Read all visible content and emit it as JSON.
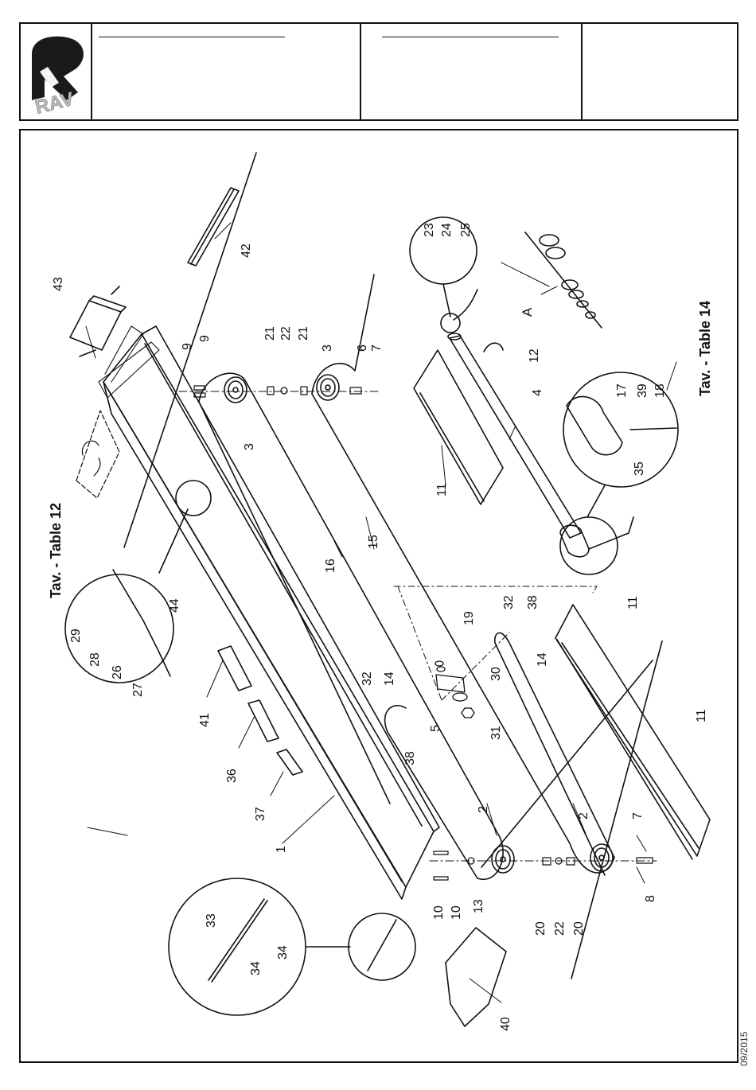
{
  "logo": {
    "text": "RAV"
  },
  "date_code": "09/2015",
  "table_refs": {
    "tav12": "Tav. - Table 12",
    "tav14": "Tav. - Table 14"
  },
  "group_label": "A",
  "callouts": [
    {
      "id": "c1",
      "text": "1"
    },
    {
      "id": "c2a",
      "text": "2"
    },
    {
      "id": "c2b",
      "text": "2"
    },
    {
      "id": "c3a",
      "text": "3"
    },
    {
      "id": "c3b",
      "text": "3"
    },
    {
      "id": "c4",
      "text": "4"
    },
    {
      "id": "c5",
      "text": "5"
    },
    {
      "id": "c6",
      "text": "6"
    },
    {
      "id": "c7a",
      "text": "7"
    },
    {
      "id": "c7b",
      "text": "7"
    },
    {
      "id": "c8",
      "text": "8"
    },
    {
      "id": "c9a",
      "text": "9"
    },
    {
      "id": "c9b",
      "text": "9"
    },
    {
      "id": "c10a",
      "text": "10"
    },
    {
      "id": "c10b",
      "text": "10"
    },
    {
      "id": "c11a",
      "text": "11"
    },
    {
      "id": "c11b",
      "text": "11"
    },
    {
      "id": "c11c",
      "text": "11"
    },
    {
      "id": "c12",
      "text": "12"
    },
    {
      "id": "c13",
      "text": "13"
    },
    {
      "id": "c14a",
      "text": "14"
    },
    {
      "id": "c14b",
      "text": "14"
    },
    {
      "id": "c15",
      "text": "15"
    },
    {
      "id": "c16",
      "text": "16"
    },
    {
      "id": "c17",
      "text": "17"
    },
    {
      "id": "c18",
      "text": "18"
    },
    {
      "id": "c19",
      "text": "19"
    },
    {
      "id": "c20a",
      "text": "20"
    },
    {
      "id": "c20b",
      "text": "20"
    },
    {
      "id": "c21a",
      "text": "21"
    },
    {
      "id": "c21b",
      "text": "21"
    },
    {
      "id": "c22a",
      "text": "22"
    },
    {
      "id": "c22b",
      "text": "22"
    },
    {
      "id": "c23",
      "text": "23"
    },
    {
      "id": "c24",
      "text": "24"
    },
    {
      "id": "c25",
      "text": "25"
    },
    {
      "id": "c26",
      "text": "26"
    },
    {
      "id": "c27",
      "text": "27"
    },
    {
      "id": "c28",
      "text": "28"
    },
    {
      "id": "c29",
      "text": "29"
    },
    {
      "id": "c30",
      "text": "30"
    },
    {
      "id": "c31",
      "text": "31"
    },
    {
      "id": "c32a",
      "text": "32"
    },
    {
      "id": "c32b",
      "text": "32"
    },
    {
      "id": "c33",
      "text": "33"
    },
    {
      "id": "c34a",
      "text": "34"
    },
    {
      "id": "c34b",
      "text": "34"
    },
    {
      "id": "c35",
      "text": "35"
    },
    {
      "id": "c36",
      "text": "36"
    },
    {
      "id": "c37",
      "text": "37"
    },
    {
      "id": "c38a",
      "text": "38"
    },
    {
      "id": "c38b",
      "text": "38"
    },
    {
      "id": "c39",
      "text": "39"
    },
    {
      "id": "c40",
      "text": "40"
    },
    {
      "id": "c41",
      "text": "41"
    },
    {
      "id": "c42",
      "text": "42"
    },
    {
      "id": "c43",
      "text": "43"
    },
    {
      "id": "c44",
      "text": "44"
    }
  ]
}
